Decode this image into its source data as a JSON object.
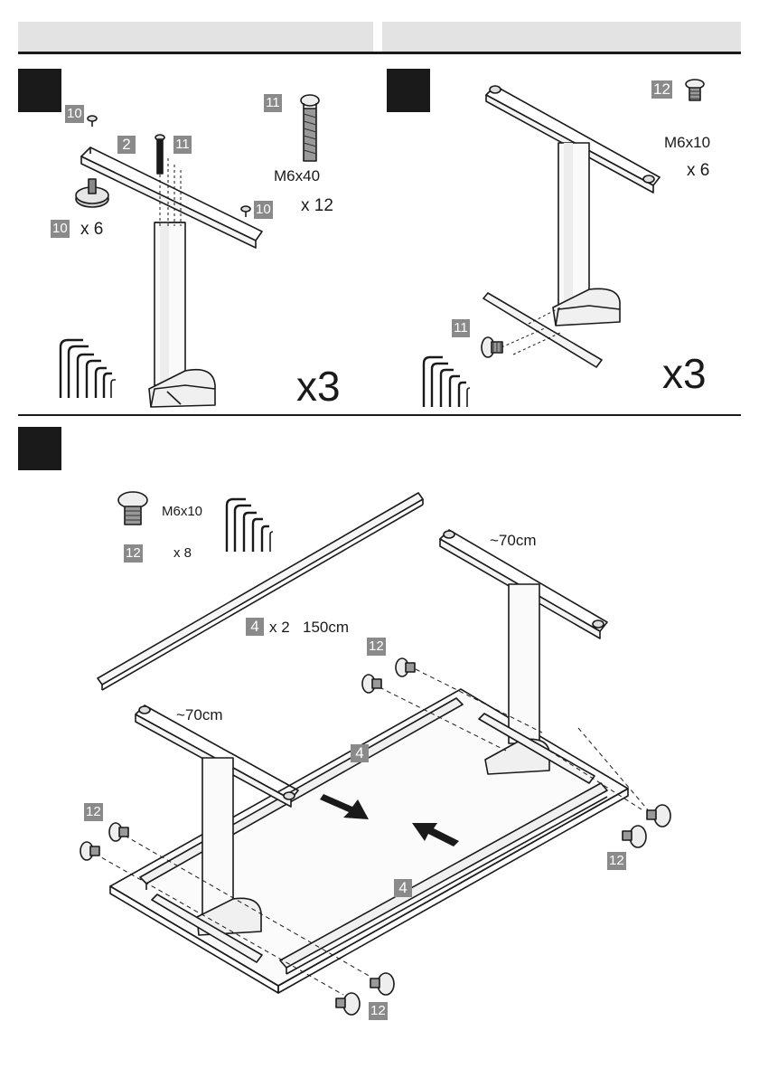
{
  "header": {
    "left_tab": "",
    "right_tab": ""
  },
  "step1": {
    "tag_10_a": "10",
    "tag_10_b": "10",
    "tag_10_c": "10",
    "tag_2": "2",
    "tag_11_a": "11",
    "tag_11_b": "11",
    "bolt_size": "M6x40",
    "bolt_qty": "x 12",
    "foot_qty": "x 6",
    "multiplier": "x3"
  },
  "step2": {
    "tag_12": "12",
    "tag_11": "11",
    "screw_size": "M6x10",
    "screw_qty": "x 6",
    "multiplier": "x3"
  },
  "step3": {
    "screw_size": "M6x10",
    "tag_12_a": "12",
    "screw_qty": "x 8",
    "beam_tag": "4",
    "beam_qty": "x 2",
    "beam_length": "150cm",
    "width_left": "~70cm",
    "width_right": "~70cm",
    "tag_12_b": "12",
    "tag_4_a": "4",
    "tag_12_c": "12",
    "tag_12_d": "12",
    "tag_4_b": "4",
    "tag_12_e": "12"
  },
  "colors": {
    "ink": "#1a1a1a",
    "tag_gray": "#8a8a8a",
    "tab_gray": "#e3e3e3"
  }
}
